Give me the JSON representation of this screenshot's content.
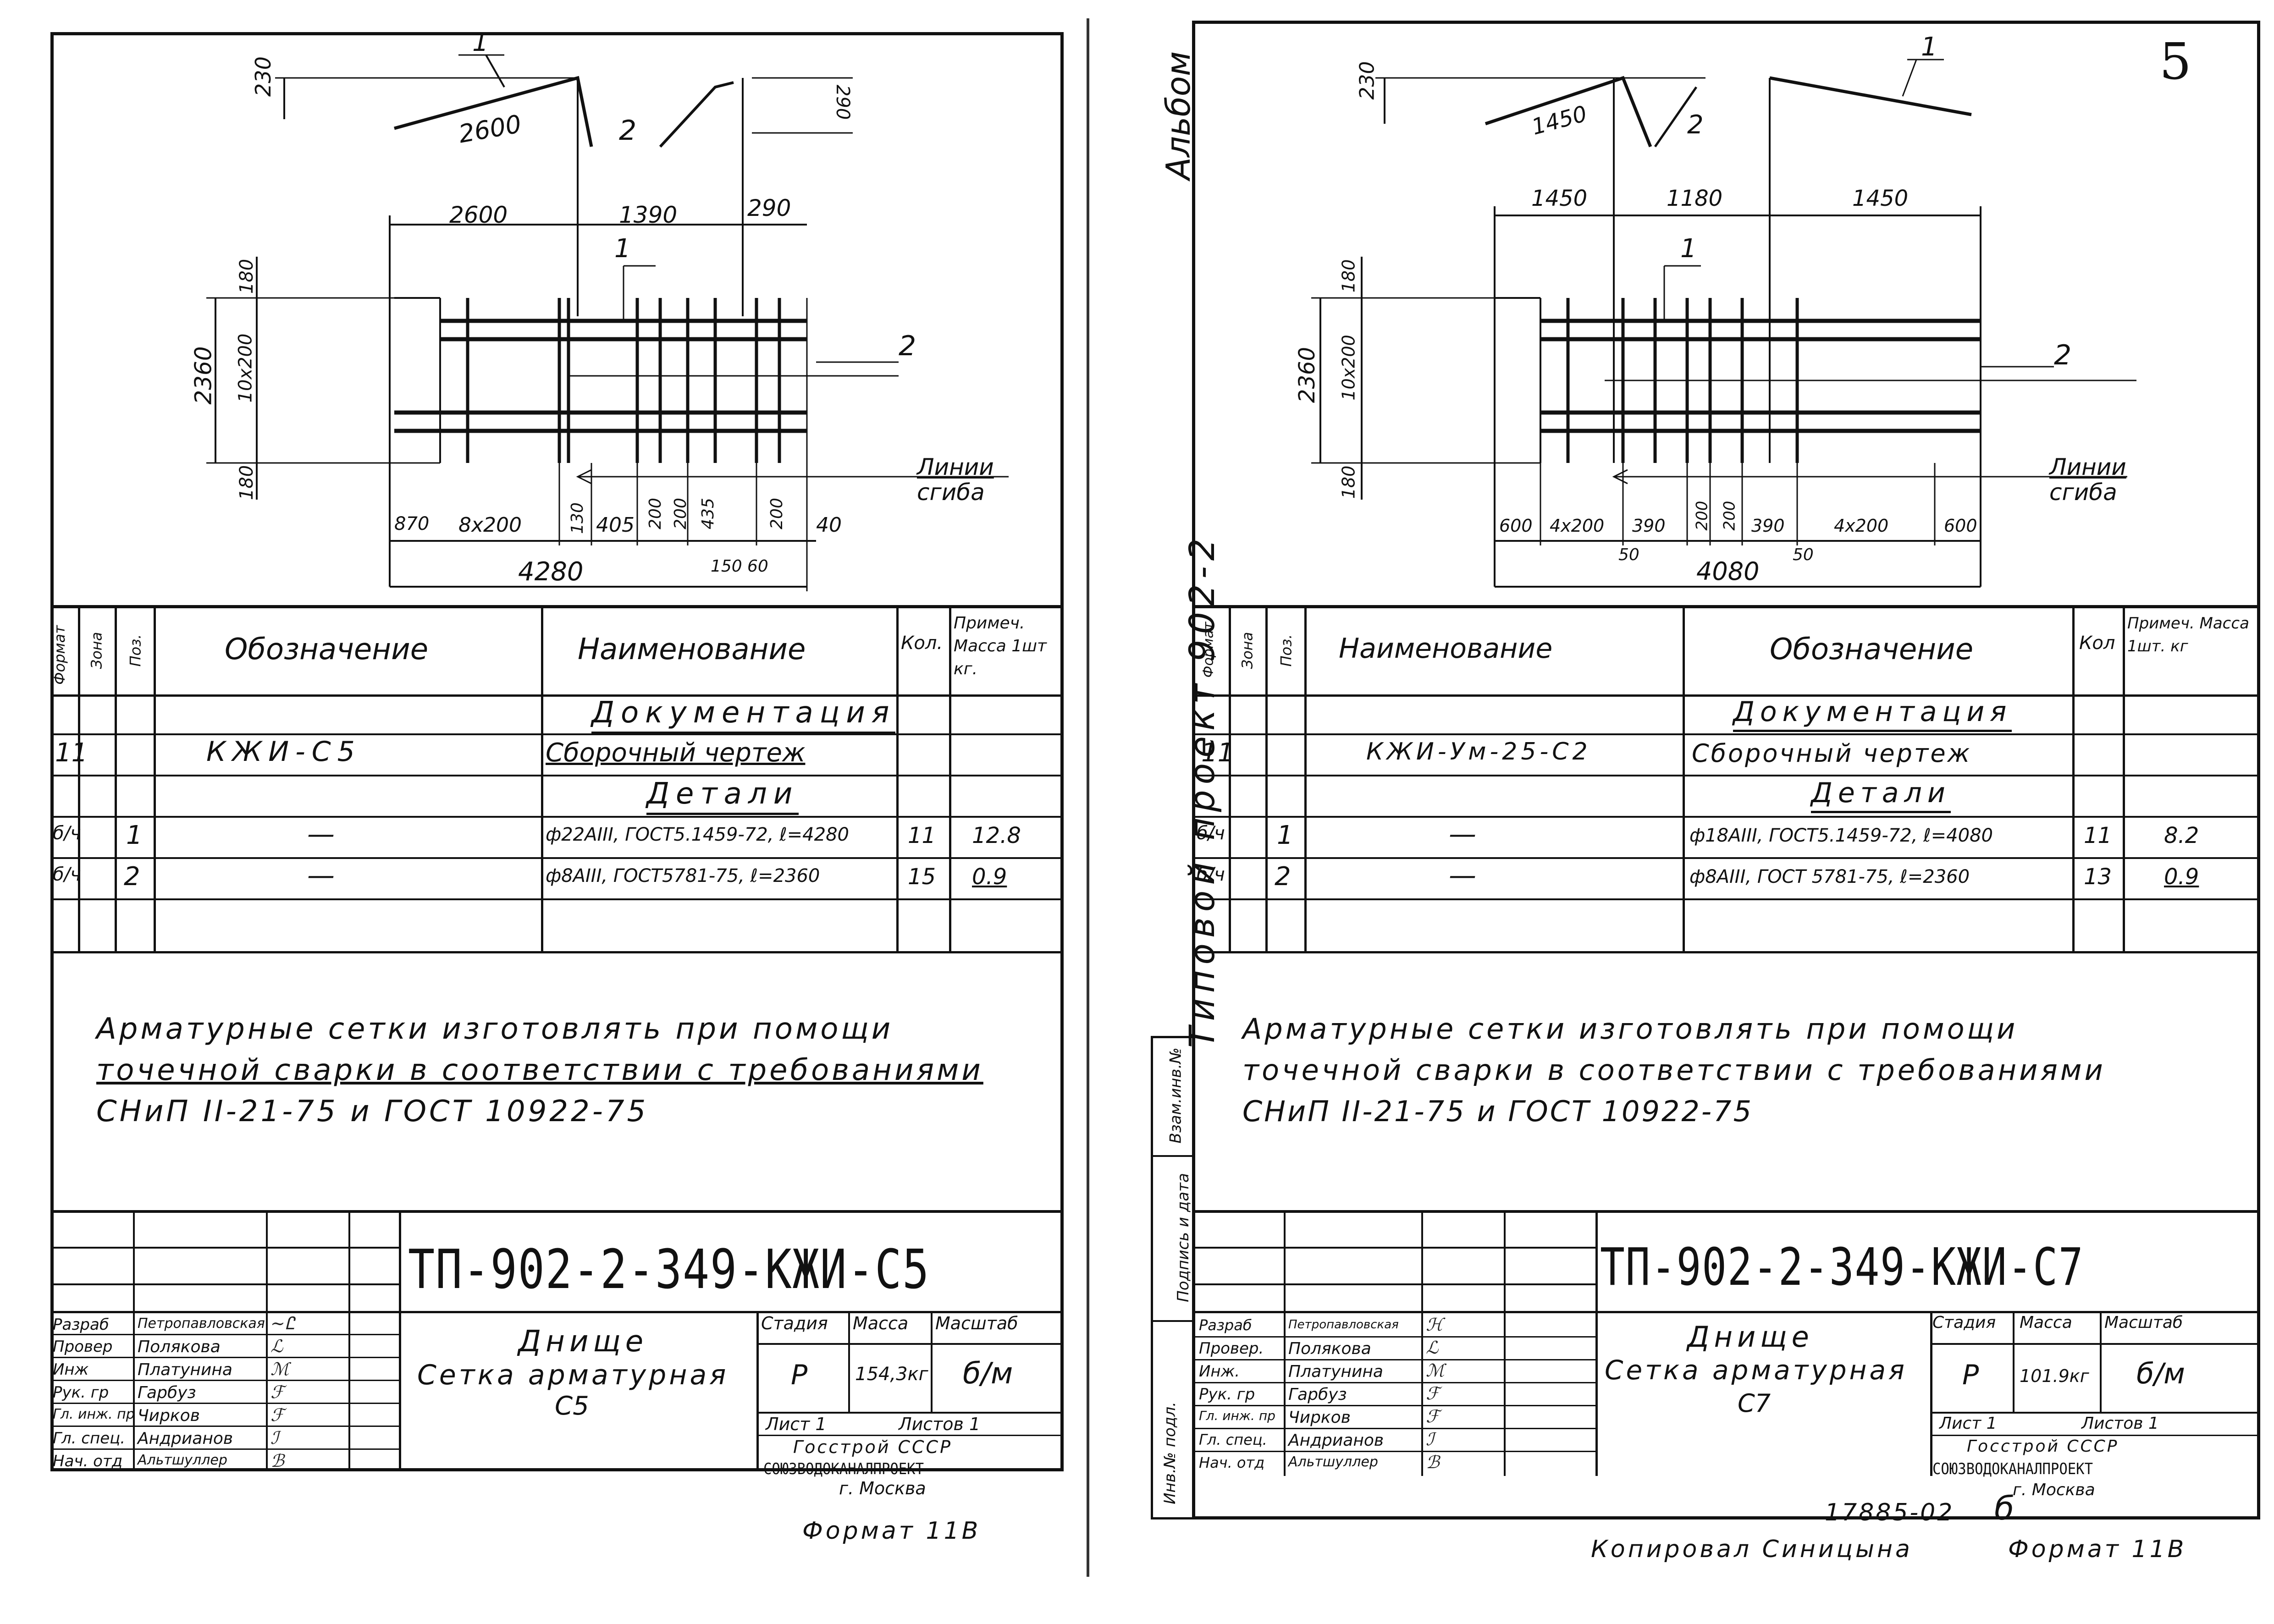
{
  "left_sheet": {
    "page_number": "",
    "drawing": {
      "dims_top": [
        "230",
        "2600",
        "2",
        "290"
      ],
      "dims_mid": [
        "2600",
        "1390",
        "290"
      ],
      "dims_left": [
        "2360",
        "180",
        "10x200",
        "180"
      ],
      "dims_bottom": [
        "870",
        "8x200",
        "130",
        "405",
        "200",
        "200",
        "435",
        "200",
        "40",
        "150",
        "60"
      ],
      "dim_total": "4280",
      "leader_labels": [
        "1",
        "1",
        "2"
      ],
      "bend_line_label": [
        "Линии",
        "сгиба"
      ]
    },
    "spec": {
      "headers": [
        "Формат",
        "Зона",
        "Поз.",
        "Обозначение",
        "Наименование",
        "Кол.",
        "Примеч. Масса 1шт кг."
      ],
      "section_docs": "Документация",
      "doc_row": {
        "format": "11",
        "designation": "КЖИ-С5",
        "name": "Сборочный чертеж"
      },
      "section_parts": "Детали",
      "rows": [
        {
          "format": "б/ч",
          "pos": "1",
          "designation": "—",
          "name": "ф22АIII, ГОСТ5.1459-72, ℓ=4280",
          "qty": "11",
          "mass": "12.8"
        },
        {
          "format": "б/ч",
          "pos": "2",
          "designation": "—",
          "name": "ф8АIII, ГОСТ5781-75, ℓ=2360",
          "qty": "15",
          "mass": "0.9"
        }
      ]
    },
    "note": [
      "Арматурные сетки изготовлять при помощи",
      "точечной сварки в соответствии с требованиями",
      "СНиП II-21-75 и ГОСТ 10922-75"
    ],
    "title_block": {
      "code": "ТП-902-2-349-КЖИ-С5",
      "title_line1": "Днище",
      "title_line2": "Сетка арматурная",
      "title_line3": "С5",
      "stage_label": "Стадия",
      "mass_label": "Масса",
      "scale_label": "Масштаб",
      "stage": "Р",
      "mass": "154,3кг",
      "scale": "б/м",
      "sheet_label": "Лист 1",
      "sheets_label": "Листов 1",
      "org1": "Госстрой СССР",
      "org2": "СОЮЗВОДОКАНАЛПРОЕКТ",
      "org3": "г. Москва",
      "roles": [
        {
          "role": "Разраб",
          "name": "Петропавловская"
        },
        {
          "role": "Провер",
          "name": "Полякова"
        },
        {
          "role": "Инж",
          "name": "Платунина"
        },
        {
          "role": "Рук. гр",
          "name": "Гарбуз"
        },
        {
          "role": "Гл. инж. пр",
          "name": "Чирков"
        },
        {
          "role": "Гл. спец.",
          "name": "Андрианов"
        },
        {
          "role": "Нач. отд",
          "name": "Альтшуллер"
        }
      ]
    },
    "format": "Формат 11В"
  },
  "right_sheet": {
    "page_number": "5",
    "side_text": [
      "Альбом",
      "Типовой проект 902-2"
    ],
    "side_stamp": [
      "Инв.№ подл.",
      "Подпись и дата",
      "Взам.инв.№"
    ],
    "drawing": {
      "dims_top": [
        "230",
        "1450",
        "2",
        "1"
      ],
      "dims_mid": [
        "1450",
        "1180",
        "1450"
      ],
      "dims_left": [
        "2360",
        "180",
        "10x200",
        "180"
      ],
      "dims_bottom": [
        "600",
        "4x200",
        "390",
        "200",
        "200",
        "390",
        "4x200",
        "600",
        "50",
        "50"
      ],
      "dim_total": "4080",
      "leader_labels": [
        "1",
        "1",
        "2"
      ],
      "bend_line_label": [
        "Линии",
        "сгиба"
      ]
    },
    "spec": {
      "headers": [
        "Формат",
        "Зона",
        "Поз.",
        "Наименование",
        "Обозначение",
        "Кол",
        "Примеч. Масса 1шт. кг"
      ],
      "section_docs": "Документация",
      "doc_row": {
        "format": "11",
        "designation": "КЖИ-Ум-25-С2",
        "name": "Сборочный чертеж"
      },
      "section_parts": "Детали",
      "rows": [
        {
          "format": "б/ч",
          "pos": "1",
          "designation": "—",
          "name": "ф18АIII, ГОСТ5.1459-72, ℓ=4080",
          "qty": "11",
          "mass": "8.2"
        },
        {
          "format": "б/ч",
          "pos": "2",
          "designation": "—",
          "name": "ф8АIII, ГОСТ 5781-75, ℓ=2360",
          "qty": "13",
          "mass": "0.9"
        }
      ]
    },
    "note": [
      "Арматурные сетки изготовлять при помощи",
      "точечной сварки в соответствии с требованиями",
      "СНиП II-21-75 и ГОСТ 10922-75"
    ],
    "title_block": {
      "code": "ТП-902-2-349-КЖИ-С7",
      "title_line1": "Днище",
      "title_line2": "Сетка арматурная",
      "title_line3": "С7",
      "stage_label": "Стадия",
      "mass_label": "Масса",
      "scale_label": "Масштаб",
      "stage": "Р",
      "mass": "101.9кг",
      "scale": "б/м",
      "sheet_label": "Лист 1",
      "sheets_label": "Листов 1",
      "org1": "Госстрой СССР",
      "org2": "СОЮЗВОДОКАНАЛПРОЕКТ",
      "org3": "г. Москва",
      "roles": [
        {
          "role": "Разраб",
          "name": "Петропавловская"
        },
        {
          "role": "Провер.",
          "name": "Полякова"
        },
        {
          "role": "Инж.",
          "name": "Платунина"
        },
        {
          "role": "Рук. гр",
          "name": "Гарбуз"
        },
        {
          "role": "Гл. инж. пр",
          "name": "Чирков"
        },
        {
          "role": "Гл. спец.",
          "name": "Андрианов"
        },
        {
          "role": "Нач. отд",
          "name": "Альтшуллер"
        }
      ]
    },
    "copied": "Копировал Синицына",
    "inventory": "17885-02",
    "sheet_letter": "б",
    "format": "Формат 11В"
  }
}
